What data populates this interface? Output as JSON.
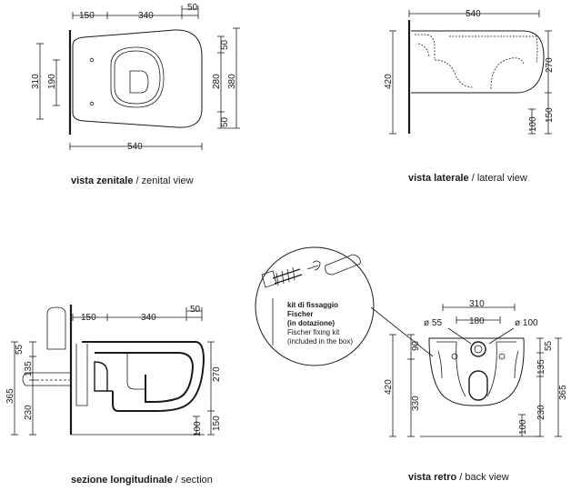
{
  "captions": {
    "zenital": {
      "bold": "vista zenitale",
      "sep": " / ",
      "light": "zenital view"
    },
    "lateral": {
      "bold": "vista laterale",
      "sep": " / ",
      "light": "lateral view"
    },
    "section": {
      "bold": "sezione longitudinale",
      "sep": " / ",
      "light": "section"
    },
    "back": {
      "bold": "vista retro",
      "sep": " / ",
      "light": "back view"
    }
  },
  "kit_note": {
    "line1": "kit di fissaggio",
    "line2": "Fischer",
    "line3": "(in dotazione)",
    "line4": "Fischer fixing kit",
    "line5": "(included in the box)"
  },
  "dims": {
    "top": {
      "a": "150",
      "b": "340",
      "c": "50",
      "width": "540",
      "h310": "310",
      "h190": "190",
      "r50a": "50",
      "r280": "280",
      "r380": "380",
      "r50b": "50"
    },
    "lateral": {
      "width": "540",
      "h420": "420",
      "h270": "270",
      "h150": "150",
      "h100": "100"
    },
    "section": {
      "a": "150",
      "b": "340",
      "c": "50",
      "l55": "55",
      "l135": "135",
      "l230": "230",
      "l365": "365",
      "r270": "270",
      "r150": "150",
      "r100": "100"
    },
    "back": {
      "w310": "310",
      "w180": "180",
      "d55": "ø 55",
      "d100": "ø 100",
      "h90": "90",
      "h420": "420",
      "h330": "330",
      "h100": "100",
      "r55": "55",
      "r135": "135",
      "r230": "230",
      "r365": "365"
    }
  }
}
